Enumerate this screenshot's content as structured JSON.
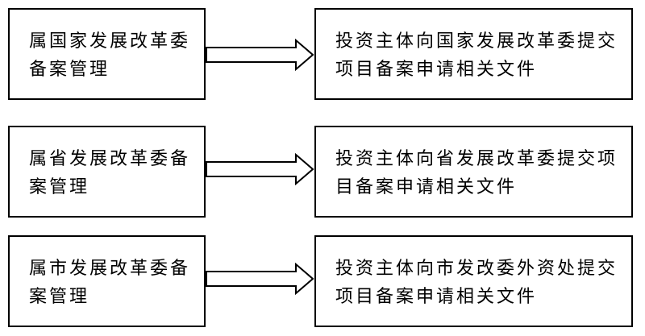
{
  "rows": [
    {
      "category": "属国家发展改革委备案管理",
      "action": "投资主体向国家发展改革委提交项目备案申请相关文件"
    },
    {
      "category": "属省发展改革委备案管理",
      "action": "投资主体向省发展改革委提交项目备案申请相关文件"
    },
    {
      "category": "属市发展改革委备案管理",
      "action": "投资主体向市发改委外资处提交项目备案申请相关文件"
    }
  ]
}
